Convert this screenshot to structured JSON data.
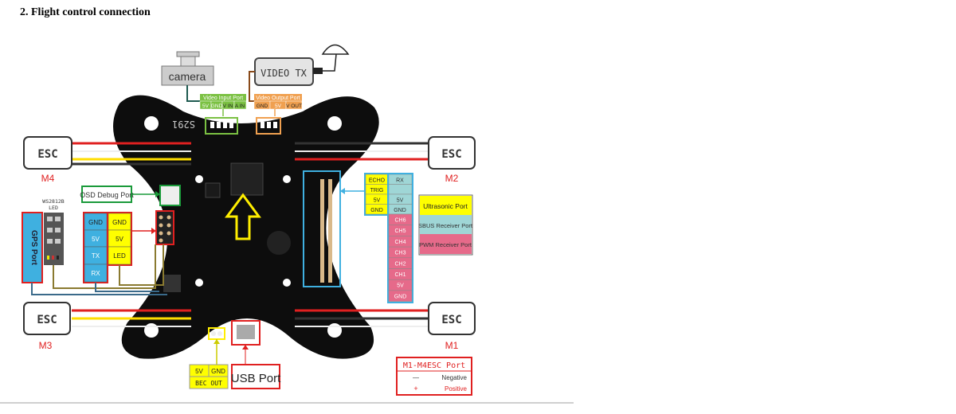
{
  "heading": "2.  Flight control connection",
  "diagram": {
    "camera": "camera",
    "video_tx": "VIDEO TX",
    "video_input_port": {
      "title": "Video Input Port",
      "pins": [
        "5V",
        "GND",
        "V IN",
        "A IN"
      ]
    },
    "video_output_port": {
      "title": "Video Output Port",
      "pins": [
        "GND",
        "5V",
        "V OUT"
      ]
    },
    "board_mark": "S291",
    "esc": {
      "label": "ESC",
      "m1": "M1",
      "m2": "M2",
      "m3": "M3",
      "m4": "M4"
    },
    "osd_debug_port": "OSD Debug Port",
    "ws2812b": {
      "title": "WS2812B",
      "sub": "LED"
    },
    "gps_port": "GPS Port",
    "gps_pins": [
      "GND",
      "5V",
      "TX",
      "RX"
    ],
    "led_pins": [
      "GND",
      "5V",
      "LED"
    ],
    "ultrasonic_pins": [
      "ECHO",
      "TRIG",
      "5V",
      "GND"
    ],
    "sbus_pins": [
      "RX",
      "",
      "5V",
      "GND"
    ],
    "pwm_pins": [
      "CH6",
      "CH5",
      "CH4",
      "CH3",
      "CH2",
      "CH1",
      "5V",
      "GND"
    ],
    "legend": {
      "ultrasonic": "Ultrasonic Port",
      "sbus": "SBUS Receiver Port",
      "pwm": "PWM Receiver Port"
    },
    "bec": {
      "pins": [
        "5V",
        "GND"
      ],
      "label": "BEC OUT"
    },
    "usb_port": "USB Port",
    "esc_legend": {
      "title": "M1-M4ESC Port",
      "negative_sign": "—",
      "negative": "Negative",
      "positive_sign": "+",
      "positive": "Positive"
    },
    "colors": {
      "yellow": "#ffff00",
      "blue": "#3fb0e0",
      "cyan": "#9fd6d6",
      "pink": "#e66a8a",
      "green": "#7bc143",
      "orange": "#f0a050",
      "red": "#e02020",
      "board": "#0d0d0d"
    }
  }
}
